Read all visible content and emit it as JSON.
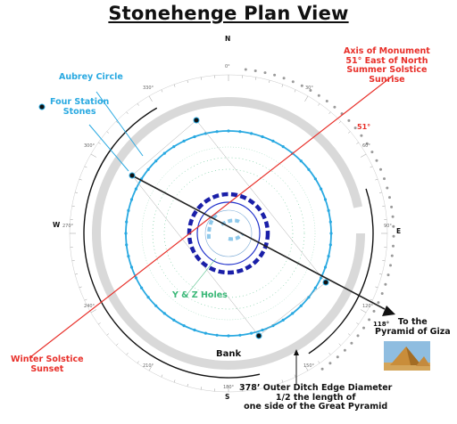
{
  "title": "Stonehenge Plan View",
  "compass": {
    "north": "N",
    "south": "S",
    "east": "E",
    "west": "W"
  },
  "degree_ticks": [
    "0°",
    "30°",
    "60°",
    "90°",
    "120°",
    "150°",
    "180°",
    "210°",
    "240°",
    "270°",
    "300°",
    "330°"
  ],
  "axis_angle_label": "51°",
  "giza_bearing_label": "118°",
  "labels": {
    "aubrey_circle": "Aubrey Circle",
    "station_stones": [
      "Four Station",
      "Stones"
    ],
    "yz_holes": "Y & Z Holes",
    "bank": "Bank",
    "axis_monument": [
      "Axis of Monument",
      "51° East of North",
      "Summer Solstice",
      "Sunrise"
    ],
    "winter_solstice": [
      "Winter Solstice",
      "Sunset"
    ],
    "to_giza": [
      "To the",
      "Pyramid of Giza"
    ],
    "ditch_note": [
      "378’ Outer Ditch Edge Diameter",
      "1/2 the length of",
      "one side of the Great Pyramid"
    ]
  },
  "colors": {
    "axis_red": "#e8302a",
    "aubrey_blue": "#29a9e1",
    "sarsen_navy": "#1a1fa8",
    "yz_green": "#3bb878",
    "bank_gray": "#d9d9d9",
    "ditch_dots": "#9a9a9a",
    "giza_line": "#222222"
  }
}
